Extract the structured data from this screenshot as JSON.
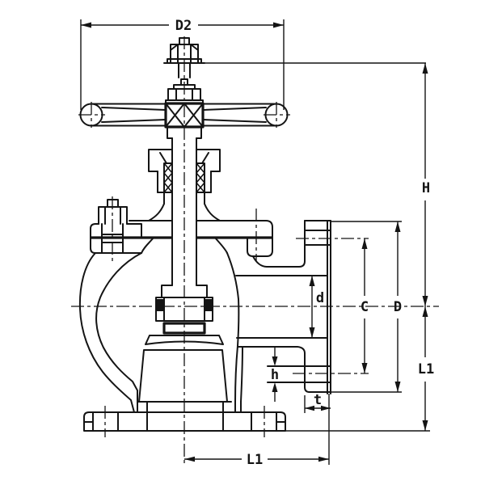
{
  "drawing": {
    "type": "engineering-dimension-drawing",
    "subject": "angle globe valve, flanged ends, side elevation with handwheel",
    "background_color": "#ffffff",
    "line_color": "#141414"
  },
  "labels": {
    "handwheel_diameter": "D2",
    "overall_height": "H",
    "bore_diameter": "d",
    "bolt_circle_diameter": "C",
    "flange_outside_diameter": "D",
    "bolt_hole_diameter": "h",
    "flange_thickness": "t",
    "center_to_face_right": "L1",
    "center_to_face_bottom": "L1"
  }
}
